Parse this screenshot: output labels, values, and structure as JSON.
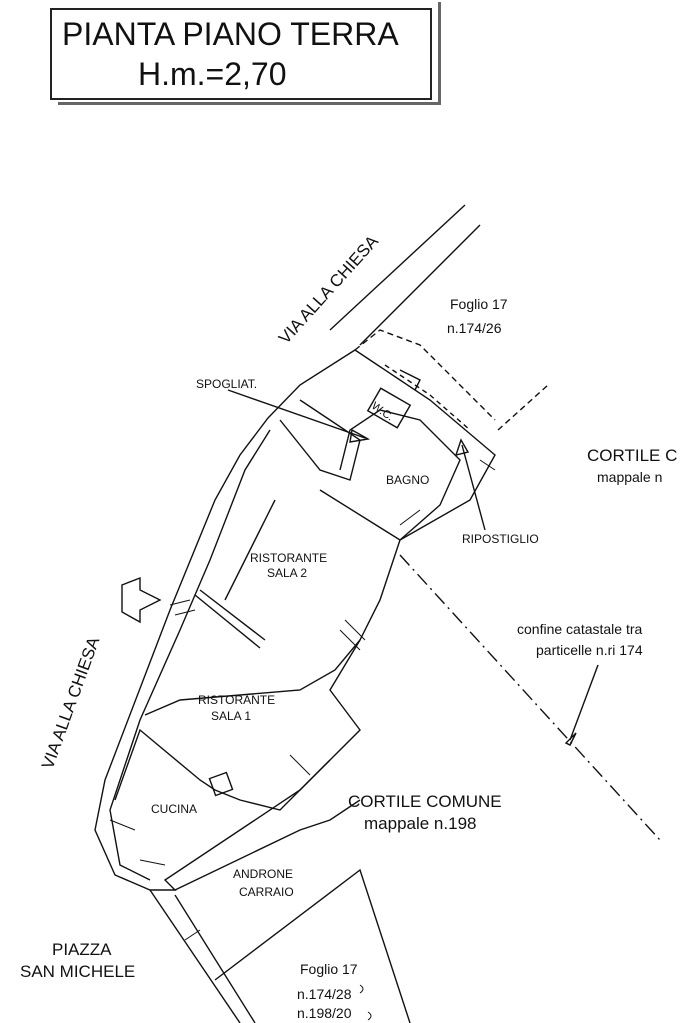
{
  "title": {
    "line1": "PIANTA PIANO TERRA",
    "line2": "H.m.=2,70"
  },
  "streets": {
    "via_top": "VIA ALLA CHIESA",
    "via_left": "VIA ALLA CHIESA",
    "piazza_line1": "PIAZZA",
    "piazza_line2": "SAN MICHELE"
  },
  "rooms": {
    "spogliatoio": "SPOGLIAT.",
    "wc": "W.C.",
    "bagno": "BAGNO",
    "ripostiglio": "RIPOSTIGLIO",
    "sala2_line1": "RISTORANTE",
    "sala2_line2": "SALA 2",
    "sala1_line1": "RISTORANTE",
    "sala1_line2": "SALA 1",
    "cucina": "CUCINA",
    "androne_line1": "ANDRONE",
    "androne_line2": "CARRAIO"
  },
  "cadastral": {
    "foglio_top": "Foglio 17",
    "parcel_top": "n.174/26",
    "cortile_right_line1": "CORTILE C",
    "cortile_right_line2": "mappale n",
    "confine_line1": "confine catastale tra",
    "confine_line2": "particelle n.ri 174",
    "cortile_comune_line1": "CORTILE COMUNE",
    "cortile_comune_line2": "mappale n.198",
    "foglio_bottom": "Foglio 17",
    "parcel_bottom_1": "n.174/28",
    "parcel_bottom_2": "n.198/20"
  }
}
